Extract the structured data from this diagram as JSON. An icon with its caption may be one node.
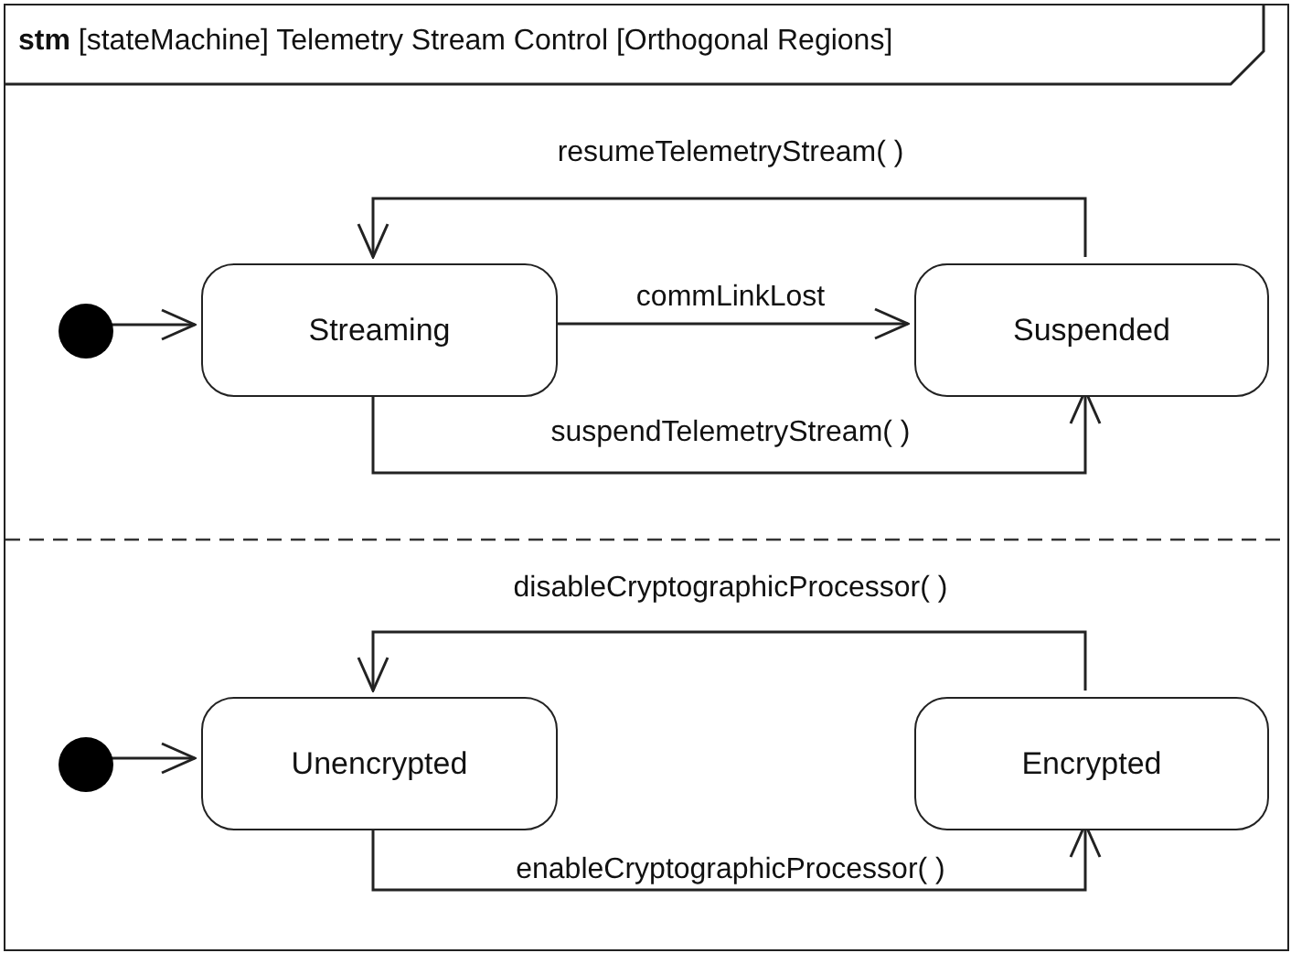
{
  "diagram": {
    "nodes": [
      {
        "text": [
          "**stm** [stateMachine] Telemetry Stream Control [Orthogonal Regions]"
        ]
      },
      {
        "text": [],
        "shape": "circle",
        "in": 0
      },
      {
        "text": [
          "Streaming"
        ],
        "in": 0
      },
      {
        "text": [
          "Suspended"
        ],
        "in": 0
      },
      {
        "text": [],
        "shape": "circle",
        "in": 0
      },
      {
        "text": [
          "Unencrypted"
        ],
        "in": 0
      },
      {
        "text": [
          "Encrypted"
        ],
        "in": 0
      }
    ],
    "edges": [
      {
        "from": 1,
        "to": 2,
        "arrow": "to"
      },
      {
        "from": 2,
        "to": 3,
        "arrow": "to",
        "label": "commLinkLost"
      },
      {
        "from": 3,
        "to": 2,
        "arrow": "to",
        "label": "resumeTelemetryStream( )"
      },
      {
        "from": 2,
        "to": 3,
        "arrow": "to",
        "label": "suspendTelemetryStream( )"
      },
      {
        "from": 4,
        "to": 5,
        "arrow": "to"
      },
      {
        "from": 6,
        "to": 5,
        "arrow": "to",
        "label": "disableCryptographicProcessor( )"
      },
      {
        "from": 5,
        "to": 6,
        "arrow": "to",
        "label": "enableCryptographicProcessor( )"
      }
    ]
  }
}
